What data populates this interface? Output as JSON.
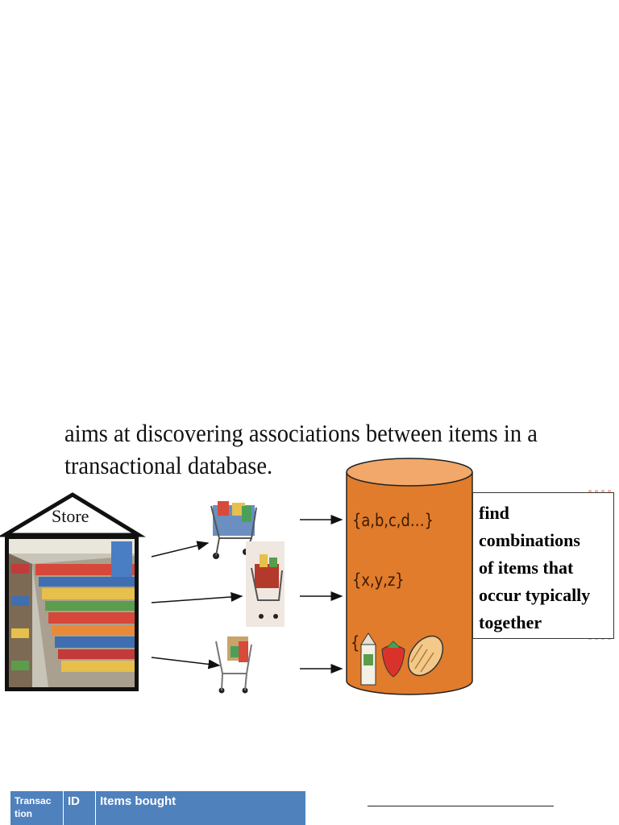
{
  "intro": {
    "line1": "aims at discovering associations between items in a",
    "line2": "transactional database."
  },
  "store": {
    "label": "Store"
  },
  "transactions": [
    {
      "set": "{a,b,c,d…}"
    },
    {
      "set": "{x,y,z}"
    },
    {
      "set": "{"
    }
  ],
  "callout": {
    "lines": [
      "find",
      "combinations",
      "of items that",
      "occur typically",
      "together"
    ]
  },
  "table": {
    "headers": [
      "Transac tion",
      "ID",
      "Items bought"
    ]
  },
  "colors": {
    "cylinder": "#e07c2c",
    "cylinder_outline": "#222222",
    "table_header": "#4f81bd",
    "stripe": "#f4b8a8"
  }
}
